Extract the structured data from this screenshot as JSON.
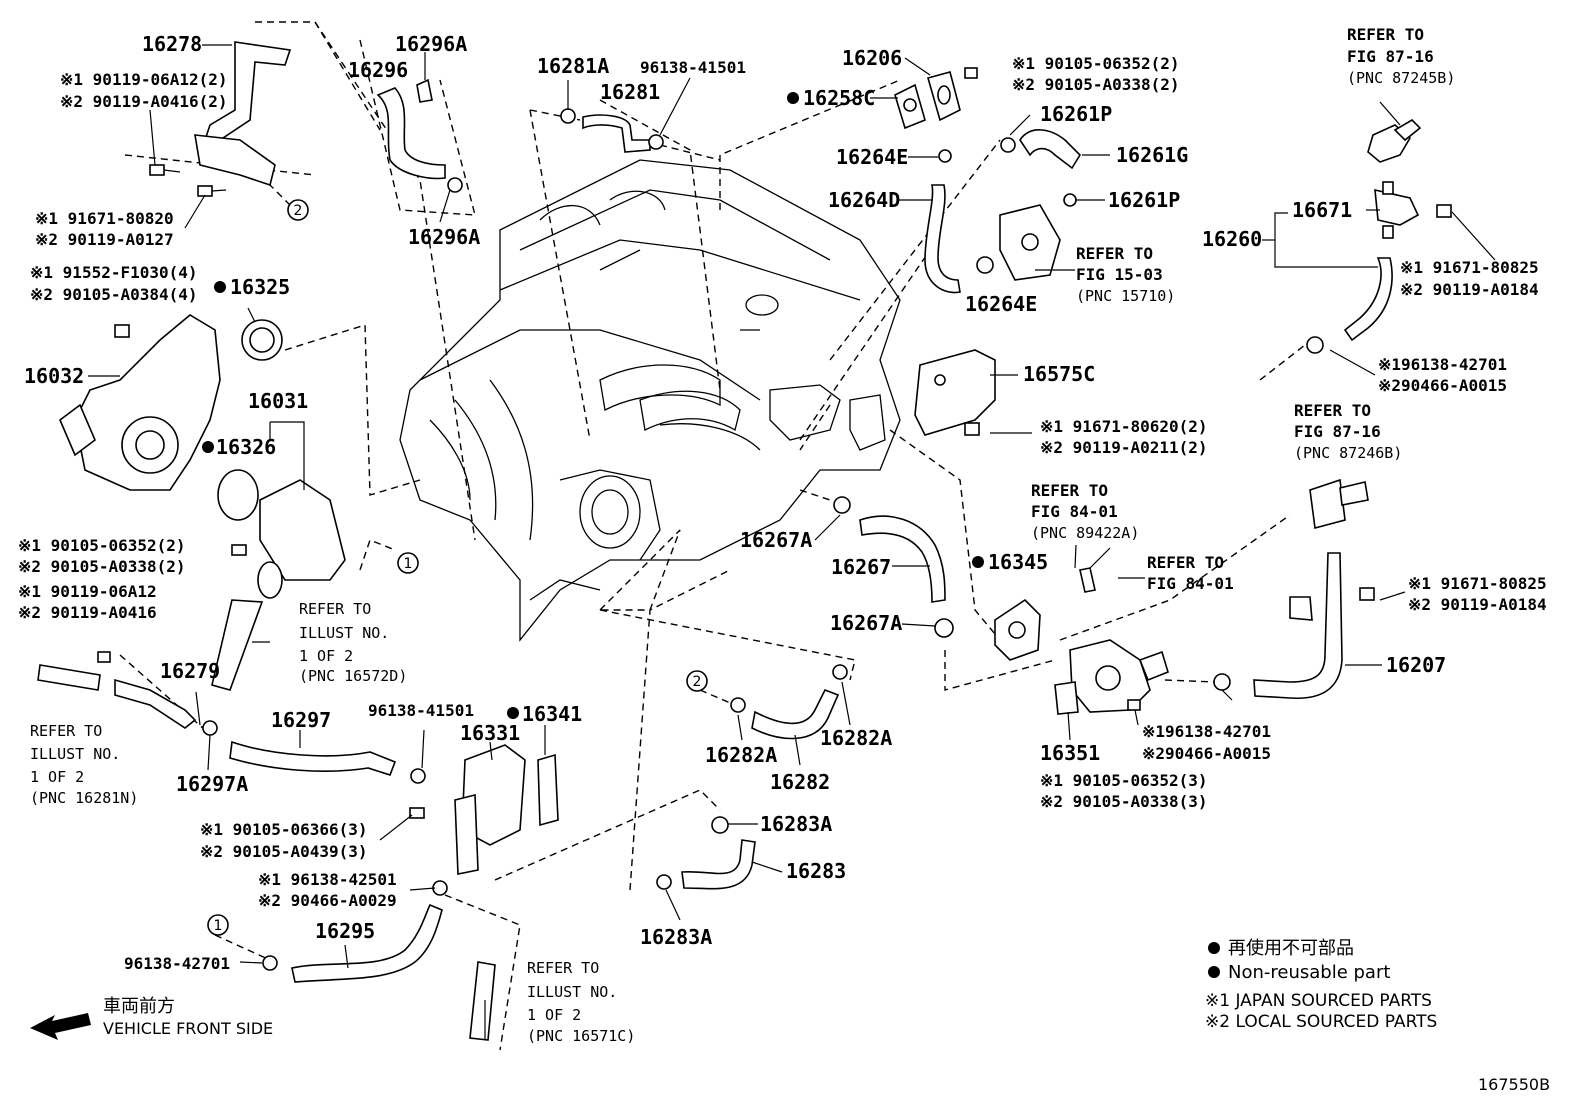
{
  "labels": {
    "p16278": "16278",
    "p16296A_top": "16296A",
    "p16296": "16296",
    "p16296A_bot": "16296A",
    "p16281A": "16281A",
    "p96138_41501_top": "96138-41501",
    "p16281": "16281",
    "p16206": "16206",
    "p16258C": "16258C",
    "p16261P_top": "16261P",
    "p16261G": "16261G",
    "p16264E_top": "16264E",
    "p16264D": "16264D",
    "p16261P_mid": "16261P",
    "p16264E_bot": "16264E",
    "p16671": "16671",
    "p16260": "16260",
    "p16325": "16325",
    "p16032": "16032",
    "p16031": "16031",
    "p16326": "16326",
    "p16575C": "16575C",
    "p16267A_top": "16267A",
    "p16267": "16267",
    "p16267A_bot": "16267A",
    "p16345": "16345",
    "p16279": "16279",
    "p16297": "16297",
    "p16297A": "16297A",
    "p96138_41501_bot": "96138-41501",
    "p16341": "16341",
    "p16331": "16331",
    "p16282A_left": "16282A",
    "p16282A_right": "16282A",
    "p16282": "16282",
    "p16283A_top": "16283A",
    "p16283": "16283",
    "p16283A_bot": "16283A",
    "p16295": "16295",
    "p96138_42701": "96138-42701",
    "p16351": "16351",
    "p16207": "16207"
  },
  "notes": {
    "n_16278_1": "※1 90119-06A12(2)",
    "n_16278_2": "※2 90119-A0416(2)",
    "n_bolt1_1": "※1 91671-80820",
    "n_bolt1_2": "※2 90119-A0127",
    "n_16032_1": "※1 91552-F1030(4)",
    "n_16032_2": "※2 90105-A0384(4)",
    "n_16206_1": "※1 90105-06352(2)",
    "n_16206_2": "※2 90105-A0338(2)",
    "n_16260_1": "※1 91671-80825",
    "n_16260_2": "※2 90119-A0184",
    "n_16260c_1": "※196138-42701",
    "n_16260c_2": "※290466-A0015",
    "n_16575_1": "※1 91671-80620(2)",
    "n_16575_2": "※2 90119-A0211(2)",
    "n_16031_1": "※1 90105-06352(2)",
    "n_16031_2": "※2 90105-A0338(2)",
    "n_16279_1": "※1 90119-06A12",
    "n_16279_2": "※2 90119-A0416",
    "n_16331_1": "※1 90105-06366(3)",
    "n_16331_2": "※2 90105-A0439(3)",
    "n_16331c_1": "※1 96138-42501",
    "n_16331c_2": "※2 90466-A0029",
    "n_16207_1": "※1 91671-80825",
    "n_16207_2": "※2 90119-A0184",
    "n_16351c_1": "※196138-42701",
    "n_16351c_2": "※290466-A0015",
    "n_16351_1": "※1 90105-06352(3)",
    "n_16351_2": "※2 90105-A0338(3)"
  },
  "refs": {
    "fig8716a_1": "REFER TO",
    "fig8716a_2": "FIG 87-16",
    "fig8716a_3": "(PNC 87245B)",
    "fig1503_1": "REFER TO",
    "fig1503_2": "FIG 15-03",
    "fig1503_3": "(PNC 15710)",
    "fig8716b_1": "REFER TO",
    "fig8716b_2": "FIG 87-16",
    "fig8716b_3": "(PNC 87246B)",
    "fig8401a_1": "REFER TO",
    "fig8401a_2": "FIG 84-01",
    "fig8401a_3": "(PNC 89422A)",
    "fig8401b_1": "REFER TO",
    "fig8401b_2": "FIG 84-01",
    "ill572_1": "REFER TO",
    "ill572_2": "ILLUST NO.",
    "ill572_3": "1 OF 2",
    "ill572_4": "(PNC 16572D)",
    "ill281_1": "REFER TO",
    "ill281_2": "ILLUST NO.",
    "ill281_3": "1 OF 2",
    "ill281_4": "(PNC 16281N)",
    "ill571_1": "REFER TO",
    "ill571_2": "ILLUST NO.",
    "ill571_3": "1 OF 2",
    "ill571_4": "(PNC 16571C)"
  },
  "circled": {
    "one": "1",
    "two": "2"
  },
  "legend": {
    "nonreuse_jp": "再使用不可部品",
    "nonreuse_en": "Non-reusable part",
    "japan": "※1  JAPAN SOURCED PARTS",
    "local": "※2  LOCAL SOURCED PARTS"
  },
  "front": {
    "jp": "車両前方",
    "en": "VEHICLE FRONT SIDE"
  },
  "diagram_id": "167550B"
}
